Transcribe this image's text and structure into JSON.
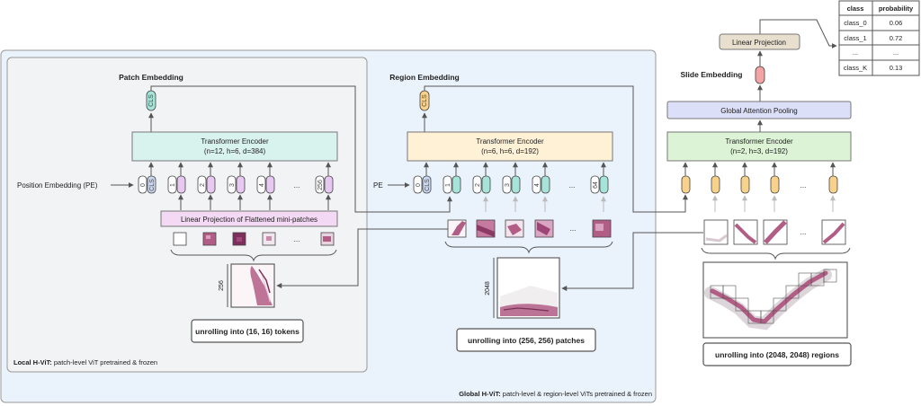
{
  "colors": {
    "global_bg": "#eaf2fb",
    "local_bg": "#f2f3f5",
    "transformer_patch": "#d8f3ee",
    "transformer_region": "#fff1d6",
    "transformer_slide": "#ddf3d6",
    "linear_proj_patch": "#f3d9f3",
    "token_purple": "#e7c8f0",
    "token_teal": "#a6e3d8",
    "token_orange": "#f8d28a",
    "cls_blue": "#c8d8f2",
    "attention_pool": "#dcdff8",
    "linear_proj_slide": "#e8dfcf",
    "slide_token": "#f4a4a4",
    "tissue": "#b25d86"
  },
  "table": {
    "headers": [
      "class",
      "probability"
    ],
    "rows": [
      [
        "class_0",
        "0.06"
      ],
      [
        "class_1",
        "0.72"
      ],
      [
        "...",
        "..."
      ],
      [
        "class_K",
        "0.13"
      ]
    ]
  },
  "slide": {
    "linear_projection": "Linear Projection",
    "title": "Slide Embedding",
    "pooling": "Global Attention Pooling",
    "encoder_title": "Transformer Encoder",
    "encoder_params": "(n=2, h=3, d=192)",
    "ellipsis": "...",
    "unroll": "unrolling into (2048, 2048) regions"
  },
  "region": {
    "title": "Region Embedding",
    "cls": "CLS",
    "encoder_title": "Transformer Encoder",
    "encoder_params": "(n=6, h=6, d=192)",
    "pe": "PE",
    "tokens": [
      "0",
      "1",
      "2",
      "3",
      "4",
      "64"
    ],
    "ellipsis": "...",
    "size_label": "2048",
    "unroll": "unrolling into (256, 256) patches"
  },
  "patch": {
    "title": "Patch Embedding",
    "cls": "CLS",
    "encoder_title": "Transformer Encoder",
    "encoder_params": "(n=12, h=6, d=384)",
    "pe": "Position Embedding (PE)",
    "tokens": [
      "0",
      "1",
      "2",
      "3",
      "4",
      "256"
    ],
    "ellipsis": "...",
    "linear_projection": "Linear Projection of Flattened mini-patches",
    "size_label": "256",
    "unroll": "unrolling into (16, 16) tokens"
  },
  "local_caption": {
    "bold": "Local H-ViT:",
    "rest": " patch-level ViT pretrained & frozen"
  },
  "global_caption": {
    "bold": "Global H-ViT:",
    "rest": " patch-level & region-level ViTs pretrained & frozen"
  }
}
